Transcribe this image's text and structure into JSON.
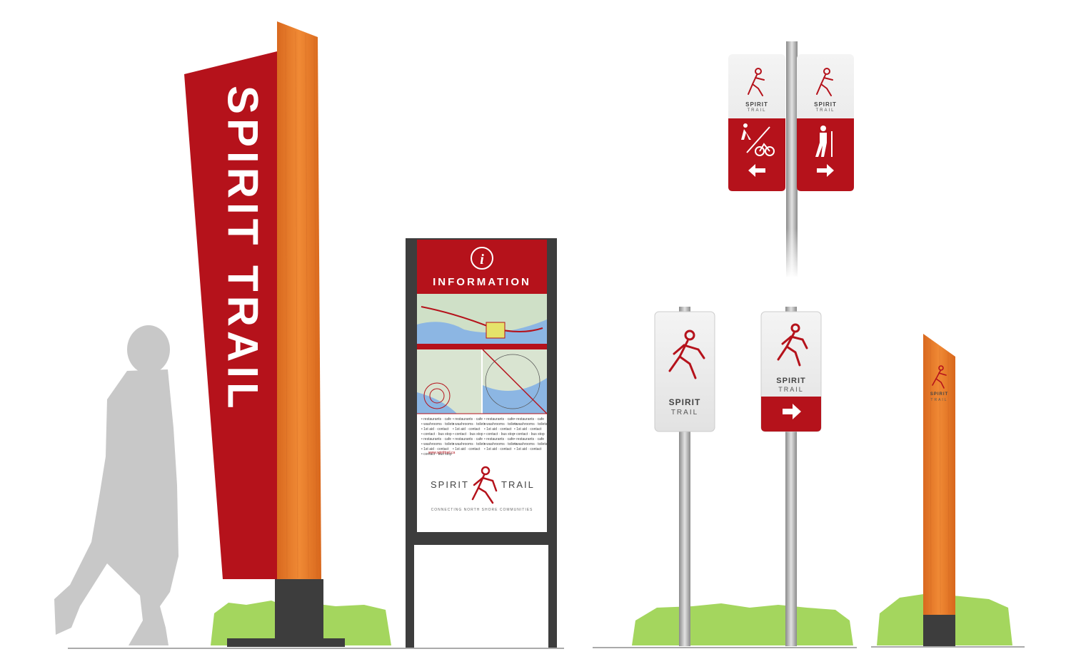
{
  "main_sign": {
    "title": "SPIRIT TRAIL"
  },
  "kiosk": {
    "heading": "INFORMATION",
    "list_col1": [
      "• restaurants · cafe",
      "• washrooms · toilets",
      "• 1st aid · contact",
      "• contact · bus stop",
      "• restaurants · cafe",
      "• washrooms · toilets",
      "• 1st aid · contact",
      "• contact · bus stop"
    ],
    "list_col2": [
      "• restaurants · cafe",
      "• washrooms · toilets",
      "• 1st aid · contact",
      "• contact · bus stop",
      "• restaurants · cafe",
      "• washrooms · toilets",
      "• 1st aid · contact"
    ],
    "list_col3": [
      "• restaurants · cafe",
      "• washrooms · toilets",
      "• 1st aid · contact",
      "• contact · bus stop",
      "• restaurants · cafe",
      "• washrooms · toilets",
      "• 1st aid · contact"
    ],
    "list_col4": [
      "• restaurants · cafe",
      "• washrooms · toilets",
      "• 1st aid · contact",
      "• contact · bus stop",
      "• restaurants · cafe",
      "• washrooms · toilets",
      "• 1st aid · contact"
    ],
    "url": "www.spirittrail.ca",
    "brand_left": "SPIRIT",
    "brand_right": "TRAIL",
    "tagline": "CONNECTING NORTH SHORE COMMUNITIES"
  },
  "top_signs": {
    "left": {
      "brand": "SPIRIT",
      "sub": "TRAIL",
      "arrow": "left-arrow-icon"
    },
    "right": {
      "brand": "SPIRIT",
      "sub": "TRAIL",
      "arrow": "right-arrow-icon"
    }
  },
  "pole_sign_a": {
    "brand": "SPIRIT",
    "sub": "TRAIL"
  },
  "pole_sign_b": {
    "brand": "SPIRIT",
    "sub": "TRAIL",
    "arrow": "right-arrow-icon"
  },
  "post_sign": {
    "brand": "SPIRIT",
    "sub": "TRAIL"
  },
  "colors": {
    "brand_red": "#b5121b",
    "wood": "#e27a2a",
    "grass": "#a4d65e",
    "dark_grey": "#3d3d3d",
    "silhouette": "#c8c8c8"
  }
}
